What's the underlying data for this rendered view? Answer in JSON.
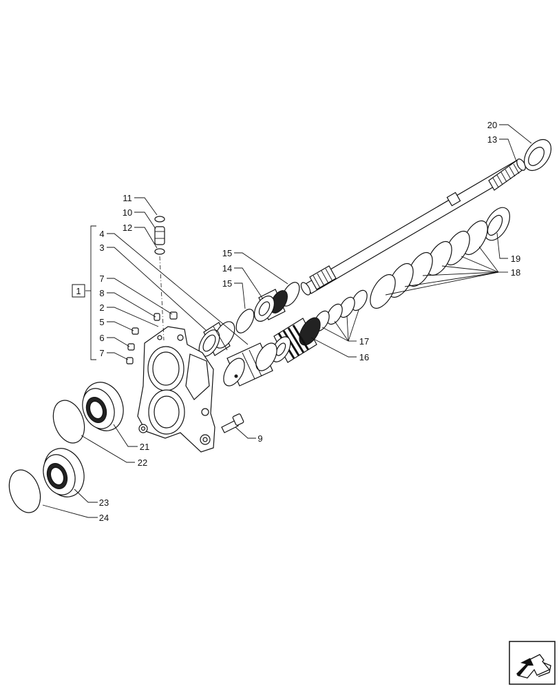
{
  "callouts": {
    "c1": "1",
    "c2": "2",
    "c3": "3",
    "c4": "4",
    "c5": "5",
    "c6": "6",
    "c7a": "7",
    "c7b": "7",
    "c8": "8",
    "c9": "9",
    "c10": "10",
    "c11": "11",
    "c12": "12",
    "c13": "13",
    "c14": "14",
    "c15a": "15",
    "c15b": "15",
    "c16": "16",
    "c17": "17",
    "c18": "18",
    "c19": "19",
    "c20": "20",
    "c21": "21",
    "c22": "22",
    "c23": "23",
    "c24": "24"
  },
  "icons": {
    "corner": "arrow-navigation-icon"
  }
}
